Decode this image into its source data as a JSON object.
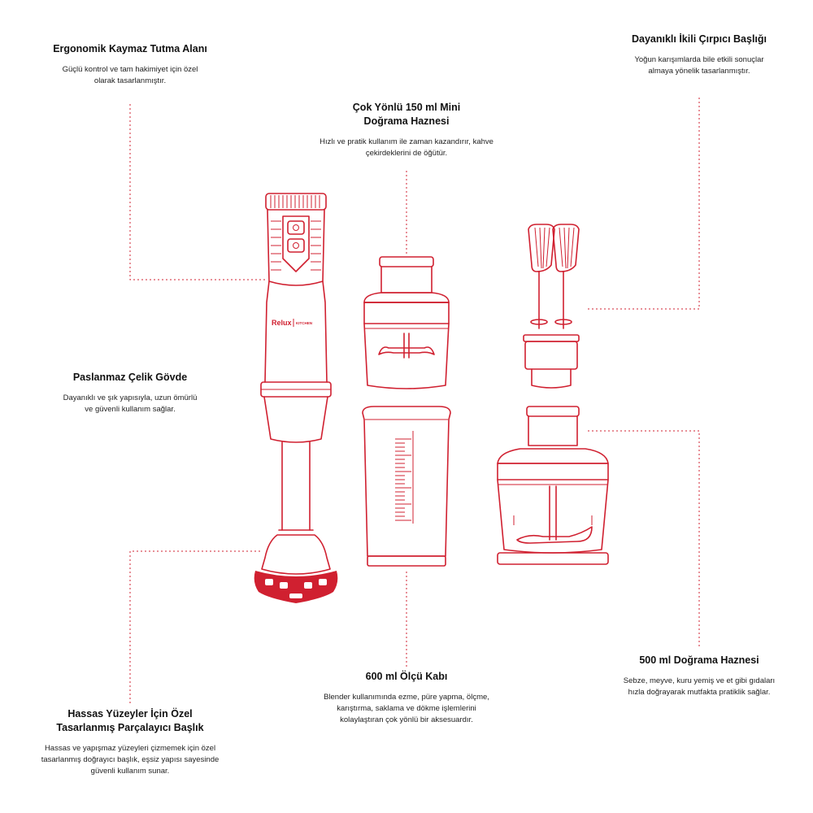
{
  "features": [
    {
      "id": "grip",
      "title": "Ergonomik Kaymaz Tutma Alanı",
      "description": "Güçlü kontrol ve tam hakimiyet için özel olarak tasarlanmıştır."
    },
    {
      "id": "mini-chopper",
      "title": "Çok Yönlü 150 ml Mini Doğrama Haznesi",
      "description": "Hızlı ve pratik kullanım ile zaman kazandırır, kahve çekirdeklerini de öğütür."
    },
    {
      "id": "whisk",
      "title": "Dayanıklı İkili Çırpıcı Başlığı",
      "description": "Yoğun karışımlarda bile etkili sonuçlar almaya yönelik tasarlanmıştır."
    },
    {
      "id": "body",
      "title": "Paslanmaz Çelik Gövde",
      "description": "Dayanıklı ve şık yapısıyla, uzun ömürlü ve güvenli kullanım sağlar."
    },
    {
      "id": "blade-head",
      "title": "Hassas Yüzeyler İçin Özel Tasarlanmış Parçalayıcı Başlık",
      "description": "Hassas ve yapışmaz yüzeyleri çizmemek için özel tasarlanmış doğrayıcı başlık, eşsiz yapısı sayesinde güvenli kullanım sunar."
    },
    {
      "id": "measuring-cup",
      "title": "600 ml Ölçü Kabı",
      "description": "Blender kullanımında ezme, püre yapma, ölçme, karıştırma, saklama ve dökme işlemlerini kolaylaştıran çok yönlü bir aksesuardır."
    },
    {
      "id": "chopper",
      "title": "500 ml Doğrama Haznesi",
      "description": "Sebze, meyve, kuru yemiş ve et gibi gıdaları hızla doğrayarak mutfakta pratiklik sağlar."
    }
  ],
  "brand": {
    "name": "Relux",
    "sub": "KITCHEN"
  },
  "colors": {
    "accent": "#d02030",
    "text": "#1a1a1a",
    "background": "#ffffff"
  }
}
